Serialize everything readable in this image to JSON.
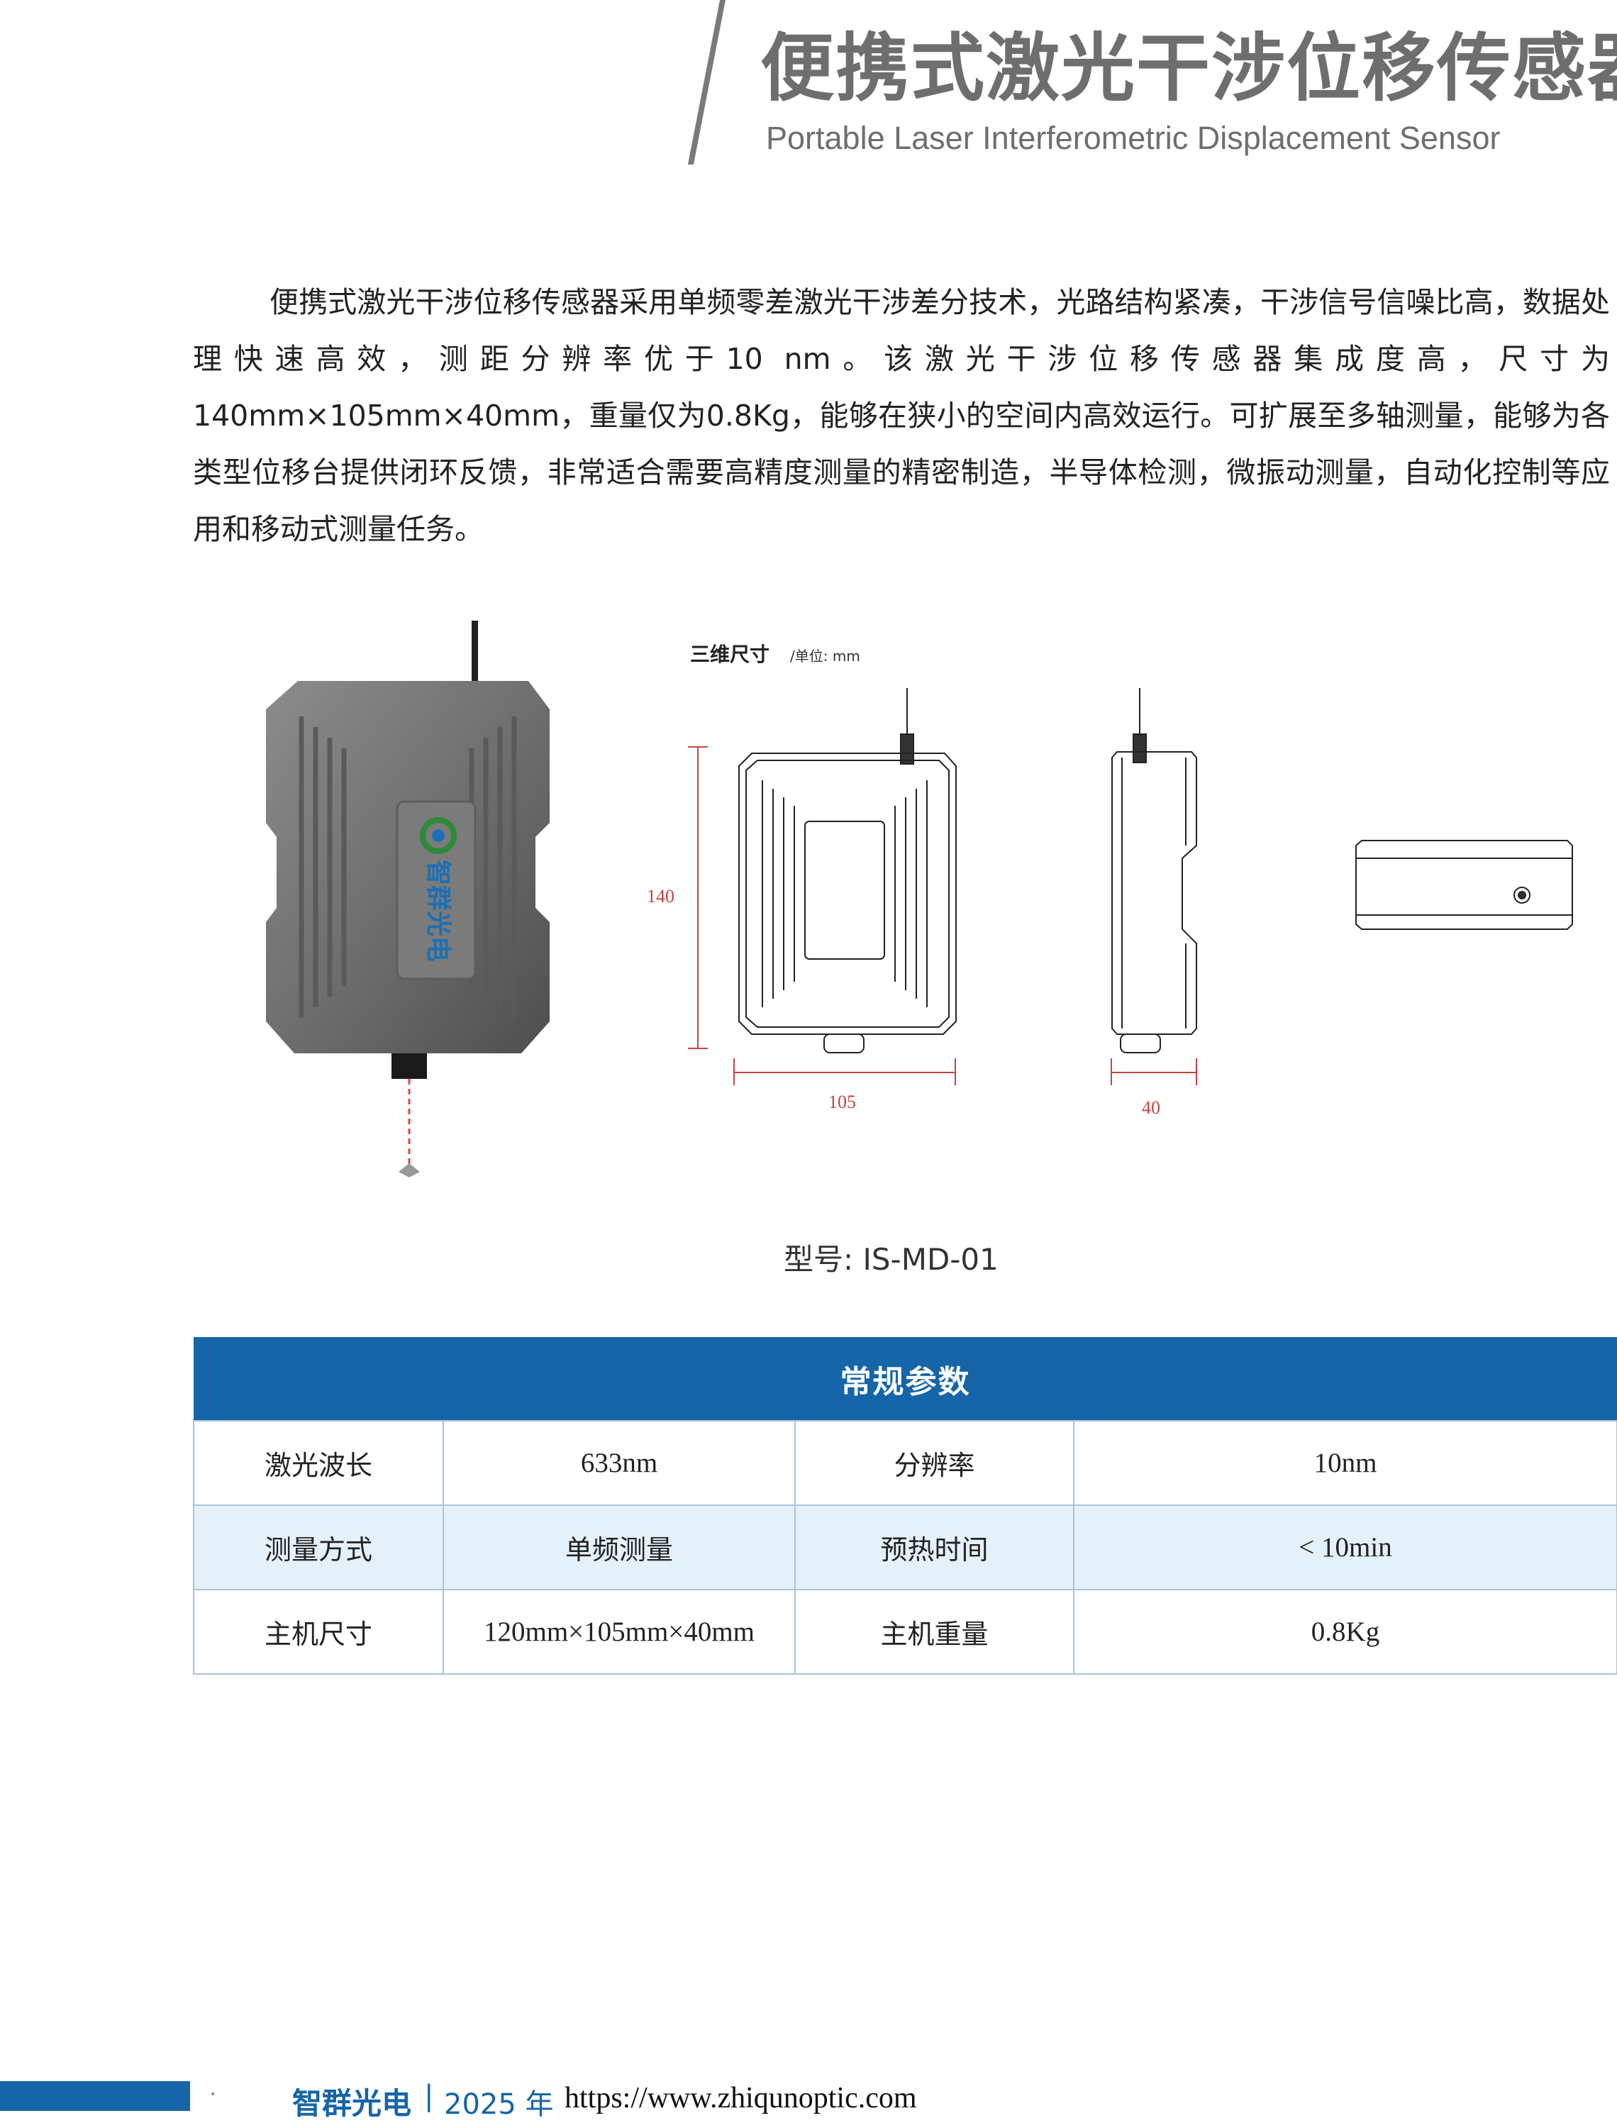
{
  "header": {
    "title_zh": "便携式激光干涉位移传感器",
    "title_en": "Portable Laser Interferometric Displacement Sensor"
  },
  "intro": "便携式激光干涉位移传感器采用单频零差激光干涉差分技术，光路结构紧凑，干涉信号信噪比高，数据处理快速高效，测距分辨率优于10 nm。该激光干涉位移传感器集成度高，尺寸为140mm×105mm×40mm，重量仅为0.8Kg，能够在狭小的空间内高效运行。可扩展至多轴测量，能够为各类型位移台提供闭环反馈，非常适合需要高精度测量的精密制造，半导体检测，微振动测量，自动化控制等应用和移动式测量任务。",
  "figure": {
    "device_logo_text": "智群光电",
    "drawing_title": "三维尺寸",
    "drawing_unit": "/单位: mm",
    "dim_height": "140",
    "dim_width": "105",
    "dim_depth": "40"
  },
  "model": "型号: IS-MD-01",
  "table": {
    "title": "常规参数",
    "rows": [
      [
        "激光波长",
        "633nm",
        "分辨率",
        "10nm"
      ],
      [
        "测量方式",
        "单频测量",
        "预热时间",
        "< 10min"
      ],
      [
        "主机尺寸",
        "120mm×105mm×40mm",
        "主机重量",
        "0.8Kg"
      ]
    ]
  },
  "footer": {
    "dots": "· ·",
    "brand": "智群光电",
    "separator": "|",
    "year": "2025 年",
    "url": "https://www.zhiqunoptic.com"
  },
  "colors": {
    "accent": "#1565a8",
    "row_alt": "#e5f1fa",
    "heading_gray": "#6e6e6e"
  }
}
